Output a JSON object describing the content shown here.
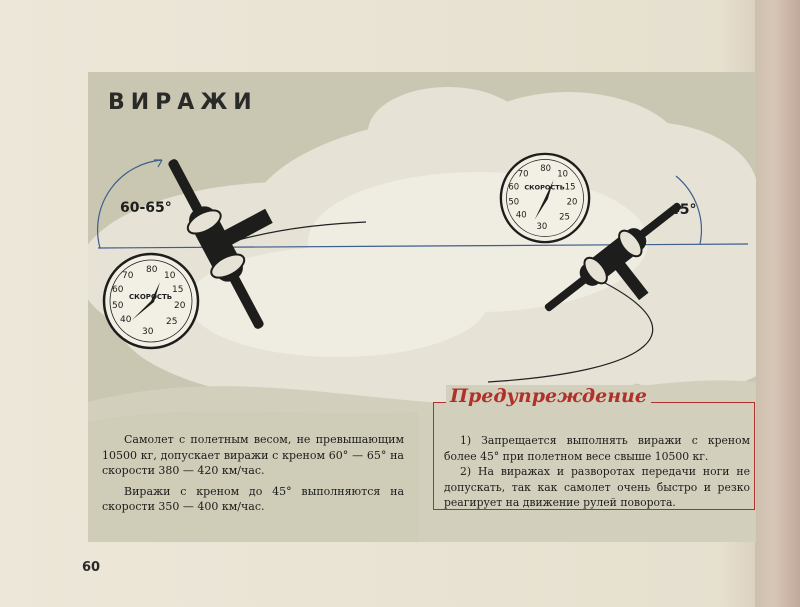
{
  "page": {
    "title": "ВИРАЖИ",
    "page_number": "60"
  },
  "left": {
    "angle_label": "60-65°",
    "paragraphs": [
      "Самолет с полетным весом, не превышающим 10500 кг, допускает виражи с креном 60° — 65° на скорости 380 — 420 км/час.",
      "Виражи с креном до 45° выполняются на скорости 350 — 400 км/час."
    ]
  },
  "right": {
    "angle_label": "45°"
  },
  "gauge": {
    "label": "СКОРОСТЬ",
    "numbers": [
      "80",
      "10",
      "15",
      "20",
      "25",
      "30",
      "40",
      "50",
      "60",
      "70"
    ]
  },
  "warning": {
    "title": "Предупреждение",
    "items": [
      "1) Запрещается выполнять виражи с креном более 45° при полетном весе свыше 10500 кг.",
      "2) На виражах и разворотах передачи ноги не допускать, так как самолет очень быстро и резко реагирует на движение рулей поворота."
    ]
  },
  "colors": {
    "panel": "#c9c7b2",
    "cloud": "#e6e3d6",
    "horizon": "#3e5e8c",
    "warning_red": "#b0302a",
    "ink": "#1d1d1b"
  }
}
